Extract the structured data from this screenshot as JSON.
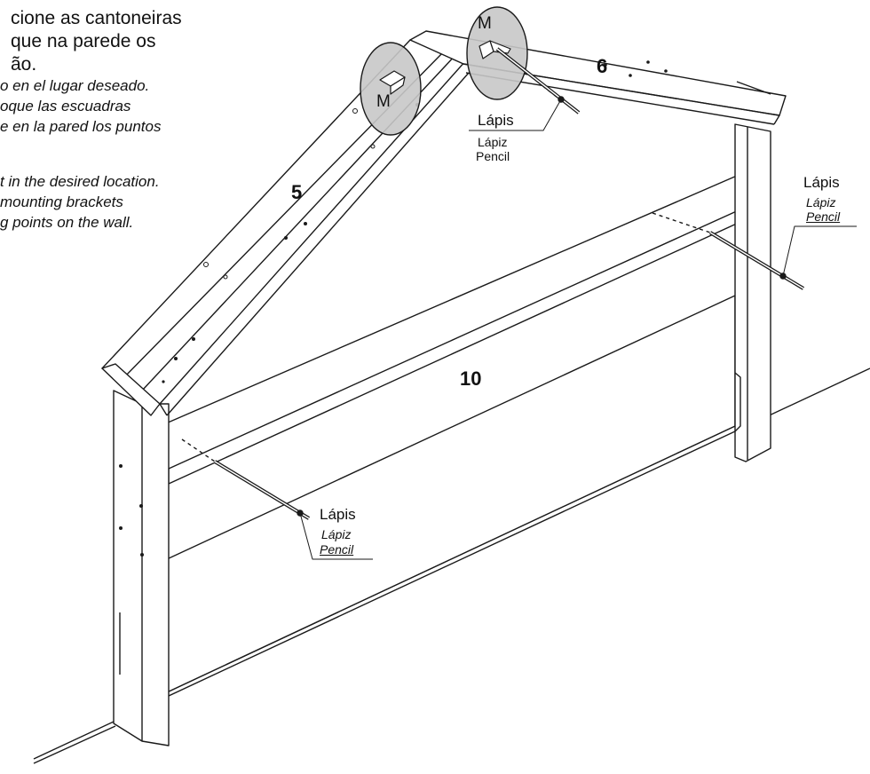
{
  "instructions": {
    "pt": [
      "cione as cantoneiras",
      "que na parede os",
      "ão."
    ],
    "es": [
      "o en el lugar deseado.",
      "oque las escuadras",
      "e en la pared los puntos"
    ],
    "en": [
      "t in the desired location.",
      "mounting brackets",
      "g points on the wall."
    ]
  },
  "parts": {
    "p5": "5",
    "p6": "6",
    "p10": "10"
  },
  "detail": {
    "m_left": "M",
    "m_right": "M"
  },
  "pencil_labels": {
    "top": {
      "pt": "Lápis",
      "es": "Lápiz",
      "en": "Pencil"
    },
    "right": {
      "pt": "Lápis",
      "es": "Lápiz",
      "en": "Pencil"
    },
    "bottom": {
      "pt": "Lápis",
      "es": "Lápiz",
      "en": "Pencil"
    }
  },
  "colors": {
    "line": "#1a1a1a",
    "circle_fill": "#c8c8c8",
    "panel": "#ffffff"
  }
}
